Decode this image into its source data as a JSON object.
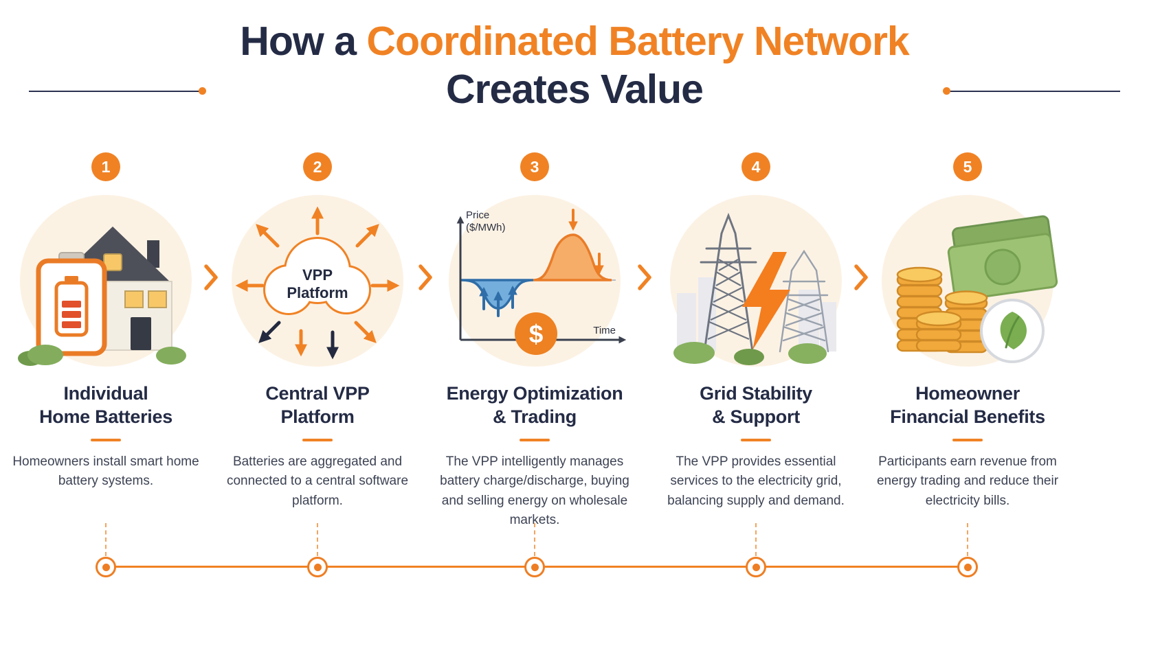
{
  "header": {
    "title_1": "How a",
    "title_2": "Coordinated Battery Network",
    "title_3": "Creates Value"
  },
  "steps": [
    {
      "number": "1",
      "title": "Individual\nHome Batteries",
      "description": "Homeowners install smart home battery systems."
    },
    {
      "number": "2",
      "title": "Central VPP\nPlatform",
      "description": "Batteries are aggregated and connected to a central software platform."
    },
    {
      "number": "3",
      "title": "Energy Optimization\n& Trading",
      "description": "The VPP intelligently manages battery charge/discharge, buying and selling energy on wholesale markets."
    },
    {
      "number": "4",
      "title": "Grid Stability\n& Support",
      "description": "The VPP provides essential services to the electricity grid, balancing supply and demand."
    },
    {
      "number": "5",
      "title": "Homeowner\nFinancial Benefits",
      "description": "Participants earn revenue from energy trading and reduce their electricity bills."
    }
  ],
  "illustrations": {
    "vpp_cloud": {
      "line1": "VPP",
      "line2": "Platform"
    },
    "price_chart": {
      "y_label_line1": "Price",
      "y_label_line2": "($/MWh)",
      "x_label": "Time",
      "dollar": "$"
    }
  },
  "icons": [
    "house-with-battery-icon",
    "vpp-cloud-icon",
    "radiating-arrows-icon",
    "price-curve-chart-icon",
    "dollar-badge-icon",
    "transmission-tower-icon",
    "lightning-bolt-icon",
    "coin-stack-icon",
    "banknote-icon",
    "leaf-icon",
    "chevron-right-icon",
    "timeline-dot"
  ],
  "colors": {
    "accent_orange": "#f08224",
    "dark_navy": "#242b45",
    "circle_bg": "#fcf2e4",
    "chart_blue": "#74aedd",
    "money_green": "#9dc274"
  }
}
